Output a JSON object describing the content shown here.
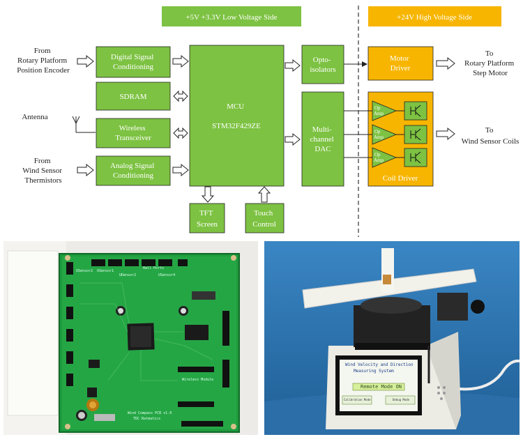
{
  "header": {
    "low_voltage": "+5V +3.3V Low Voltage Side",
    "high_voltage": "+24V High Voltage Side"
  },
  "inputs": {
    "encoder": [
      "From",
      "Rotary Platform",
      "Position Encoder"
    ],
    "antenna": "Antenna",
    "thermistors": [
      "From",
      "Wind Sensor",
      "Thermistors"
    ]
  },
  "blocks": {
    "digital_signal": [
      "Digital Signal",
      "Conditioning"
    ],
    "sdram": "SDRAM",
    "wireless": [
      "Wireless",
      "Transceiver"
    ],
    "analog_signal": [
      "Analog Signal",
      "Conditioning"
    ],
    "mcu": [
      "MCU",
      "STM32F429ZE"
    ],
    "optoisolators": [
      "Opto-",
      "isolators"
    ],
    "dac": [
      "Multi-",
      "channel",
      "DAC"
    ],
    "motor_driver": [
      "Motor",
      "Driver"
    ],
    "coil_driver": "Coil Driver",
    "opamp": [
      "Op",
      "Amp"
    ],
    "tft": [
      "TFT",
      "Screen"
    ],
    "touch": [
      "Touch",
      "Control"
    ]
  },
  "outputs": {
    "step_motor": [
      "To",
      "Rotary Platform",
      "Step Motor"
    ],
    "coils": [
      "To",
      "Wind Sensor Coils"
    ]
  },
  "colors": {
    "low_voltage_green": "#7dc242",
    "high_voltage_amber": "#f7b500",
    "line": "#222222"
  },
  "board_photo": {
    "silkscreen": [
      "USensor2",
      "USensor1",
      "Hall Ports",
      "UDensor2",
      "USensor4",
      "Wireless Module",
      "Wind Compass PCB v1.0",
      "TDC Ratmatics"
    ]
  },
  "device_photo": {
    "lcd_title": [
      "Wind Velocity and Direction",
      "Measuring System"
    ],
    "lcd_mode": "Remote Mode ON",
    "lcd_buttons": [
      "Calibration Mode",
      "Debug Mode"
    ]
  }
}
